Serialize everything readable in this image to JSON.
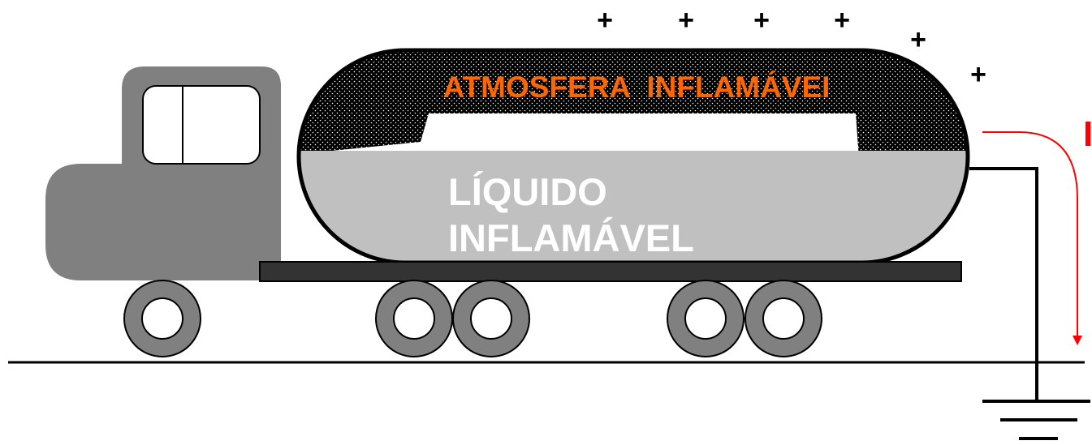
{
  "labels": {
    "atmosphere": "ATMOSFERA  INFLAMÁVEI",
    "liquid_line1": "LÍQUIDO",
    "liquid_line2": "INFLAMÁVEL",
    "current": "I"
  },
  "charges": [
    "+",
    "+",
    "+",
    "+",
    "+",
    "+"
  ],
  "colors": {
    "cab": "#808080",
    "liquid": "#c0c0c0",
    "atmosphere_label": "#ff6600",
    "current_arrow": "#ff0000",
    "chassis": "#333333",
    "wheel": "#808080",
    "vapor": "#000000",
    "liquid_text": "#ffffff"
  },
  "icons": {
    "truck": "tanker-truck-icon",
    "ground": "ground-symbol-icon"
  }
}
